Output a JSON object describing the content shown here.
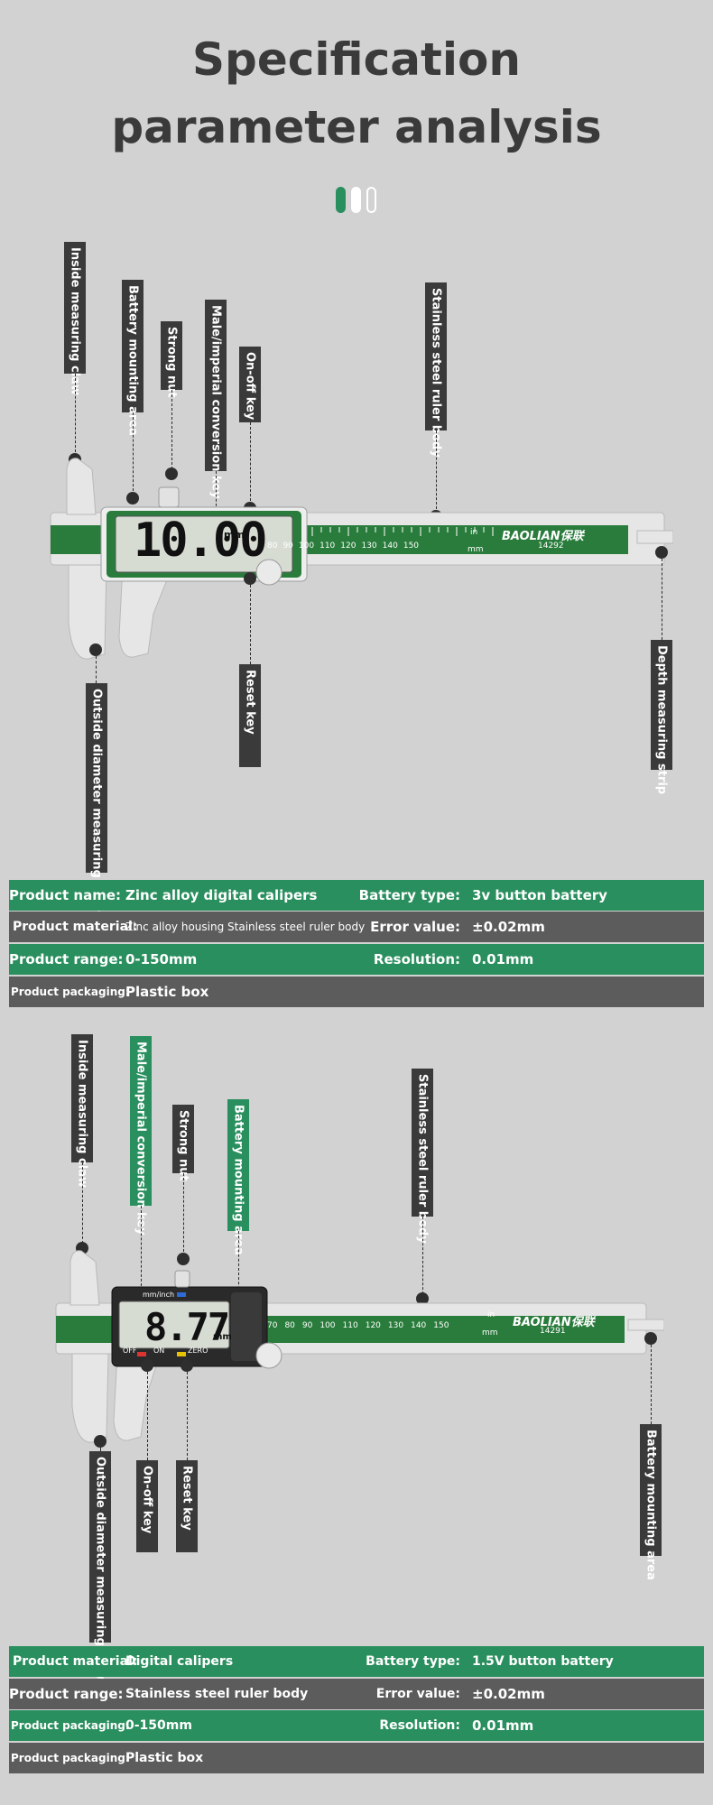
{
  "title": {
    "line1": "Specification",
    "line2": "parameter analysis"
  },
  "caliper1": {
    "labels": {
      "inside_claw": "Inside measuring claw",
      "battery_area": "Battery mounting area",
      "strong_nut": "Strong nut",
      "conversion_key": "Male/imperial conversion key",
      "onoff_key": "On-off key",
      "ruler_body": "Stainless steel ruler body",
      "outside_claw": "Outside diameter measuring claw",
      "reset_key": "Reset key",
      "depth_strip": "Depth measuring strip"
    },
    "display_value": "10.00",
    "unit": "mm",
    "brand": "BAOLIAN",
    "brand_cn": "保联",
    "model": "14292",
    "scale_ticks": [
      "80",
      "90",
      "100",
      "110",
      "120",
      "130",
      "140",
      "150"
    ],
    "scale_unit_in": "in",
    "scale_unit_mm": "mm"
  },
  "spec1": {
    "rows": [
      {
        "k1": "Product name:",
        "v1": "Zinc alloy digital calipers",
        "k2": "Battery type:",
        "v2": "3v button battery"
      },
      {
        "k1": "Product material:",
        "v1": "Zinc alloy housing Stainless steel ruler body",
        "k2": "Error value:",
        "v2": "±0.02mm"
      },
      {
        "k1": "Product range:",
        "v1": "0-150mm",
        "k2": "Resolution:",
        "v2": "0.01mm"
      },
      {
        "k1": "Product packaging:",
        "v1": "Plastic box"
      }
    ]
  },
  "caliper2": {
    "labels": {
      "inside_claw": "Inside measuring claw",
      "conversion_key": "Male/imperial conversion key",
      "strong_nut": "Strong nut",
      "battery_area": "Battery mounting area",
      "ruler_body": "Stainless steel ruler body",
      "outside_claw": "Outside diameter measuring claw",
      "onoff_key": "On-off key",
      "reset_key": "Reset key",
      "battery_area_right": "Battery mounting area"
    },
    "display_value": "8.77",
    "unit": "mm",
    "mode": "mm/inch",
    "off_label": "OFF",
    "on_label": "ON",
    "zero_label": "ZERO",
    "brand": "BAOLIAN",
    "brand_cn": "保联",
    "model": "14291",
    "scale_ticks": [
      "70",
      "80",
      "90",
      "100",
      "110",
      "120",
      "130",
      "140",
      "150"
    ],
    "scale_unit_in": "in",
    "scale_unit_mm": "mm"
  },
  "spec2": {
    "rows": [
      {
        "k1": "Product material:",
        "v1": "Digital calipers",
        "k2": "Battery type:",
        "v2": "1.5V button battery"
      },
      {
        "k1": "Product range:",
        "v1": "Stainless steel ruler body",
        "k2": "Error value:",
        "v2": "±0.02mm"
      },
      {
        "k1": "Product packaging:",
        "v1": "0-150mm",
        "k2": "Resolution:",
        "v2": "0.01mm"
      },
      {
        "k1": "Product packaging:",
        "v1": "Plastic box"
      }
    ]
  },
  "colors": {
    "green": "#2a8f5e",
    "dark": "#3a3a3a",
    "gray_row": "#5c5c5c",
    "background": "#d2d2d2"
  }
}
